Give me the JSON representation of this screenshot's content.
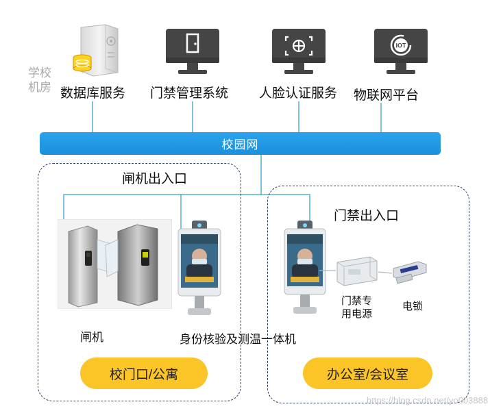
{
  "servers": {
    "side_label_line1": "学校",
    "side_label_line2": "机房",
    "items": [
      {
        "label": "数据库服务",
        "icon": "database-server-icon"
      },
      {
        "label": "门禁管理系统",
        "icon": "door-monitor-icon"
      },
      {
        "label": "人脸认证服务",
        "icon": "face-scan-monitor-icon"
      },
      {
        "label": "物联网平台",
        "icon": "iot-monitor-icon"
      }
    ]
  },
  "network": {
    "label": "校园网",
    "color": "#1b8fdc"
  },
  "zones": {
    "gate": {
      "title": "闸机出入口",
      "device_turnstile_label": "闸机",
      "device_terminal_label": "身份核验及测温一体机",
      "location_label": "校门口/公寓"
    },
    "door": {
      "title": "门禁出入口",
      "power_label_line1": "门禁专",
      "power_label_line2": "用电源",
      "lock_label": "电锁",
      "location_label": "办公室/会议室"
    }
  },
  "colors": {
    "accent_yellow": "#fbc527",
    "zone_border": "#2c3e66",
    "monitor_dark": "#454545"
  },
  "watermark": "https://blog.csdn.net/yo003888"
}
